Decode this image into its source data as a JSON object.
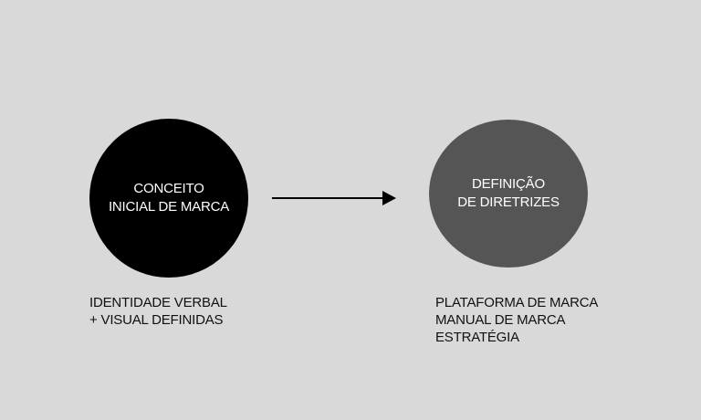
{
  "colors": {
    "background": "#d9d9d9",
    "node_dark": "#000000",
    "node_gray": "#555555",
    "arrow": "#000000",
    "text_dark": "#111111",
    "text_light": "#ffffff"
  },
  "nodes": [
    {
      "lines": [
        "CONCEITO",
        "INICIAL DE MARCA"
      ],
      "fill": "#000000"
    },
    {
      "lines": [
        "DEFINIÇÃO",
        "DE DIRETRIZES"
      ],
      "fill": "#555555"
    }
  ],
  "captions": [
    {
      "lines": [
        "IDENTIDADE VERBAL",
        "+ VISUAL DEFINIDAS"
      ]
    },
    {
      "lines": [
        "PLATAFORMA DE MARCA",
        "MANUAL DE MARCA",
        "ESTRATÉGIA"
      ]
    }
  ]
}
